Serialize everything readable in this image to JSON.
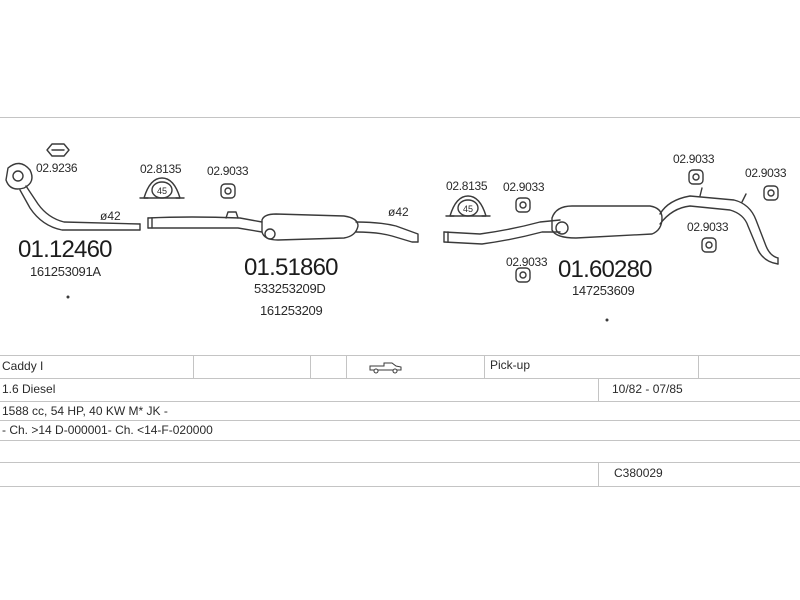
{
  "parts": {
    "front_pipe": {
      "number": "01.12460",
      "oe": "161253091A",
      "gasket": "02.9236",
      "diameter": "ø42"
    },
    "middle_silencer": {
      "number": "01.51860",
      "oe1": "533253209D",
      "oe2": "161253209",
      "clamp": "02.8135",
      "clamp_size": "45",
      "mount": "02.9033",
      "diameter": "ø42"
    },
    "rear_silencer": {
      "number": "01.60280",
      "oe": "147253609",
      "clamp": "02.8135",
      "clamp_size": "45",
      "mount_a": "02.9033",
      "mount_b": "02.9033",
      "mount_c": "02.9033",
      "mount_d": "02.9033",
      "mount_e": "02.9033"
    }
  },
  "vehicle": {
    "model": "Caddy I",
    "body": "Pick-up",
    "body_icon": "pickup-truck-icon",
    "engine": "1.6 Diesel",
    "years": "10/82 - 07/85",
    "spec": "1588 cc, 54 HP, 40 KW M* JK -",
    "chassis": "- Ch. >14 D-000001- Ch. <14-F-020000",
    "code": "C380029"
  },
  "colors": {
    "line": "#3a3a3a",
    "grid": "#c4c4c4",
    "text": "#2a2a2a"
  }
}
